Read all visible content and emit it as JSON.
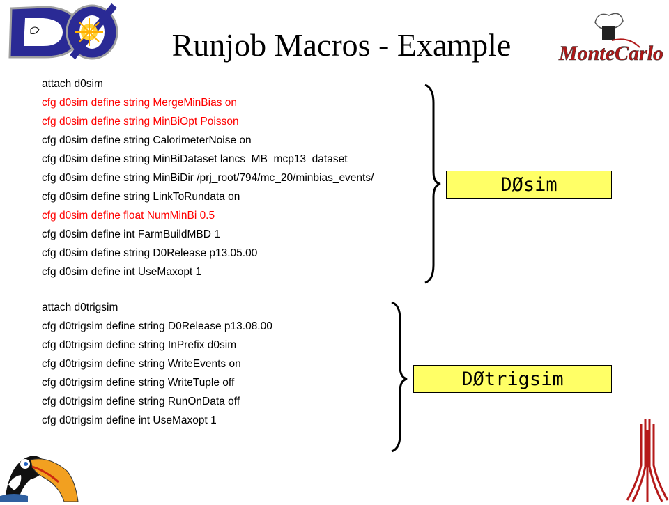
{
  "title": "Runjob Macros - Example",
  "logos": {
    "d0": "DØ",
    "monte_carlo": "MonteCarlo"
  },
  "blocks": [
    {
      "tag": "DØsim",
      "lines": [
        {
          "text": "attach d0sim",
          "red": false
        },
        {
          "text": "cfg d0sim define string MergeMinBias on",
          "red": true
        },
        {
          "text": "cfg d0sim define string MinBiOpt Poisson",
          "red": true
        },
        {
          "text": "cfg d0sim define string CalorimeterNoise on",
          "red": false
        },
        {
          "text": "cfg d0sim define string MinBiDataset lancs_MB_mcp13_dataset",
          "red": false
        },
        {
          "text": "cfg d0sim define string MinBiDir  /prj_root/794/mc_20/minbias_events/",
          "red": false
        },
        {
          "text": "cfg d0sim define string LinkToRundata on",
          "red": false
        },
        {
          "text": "cfg d0sim define float NumMinBi 0.5",
          "red": true
        },
        {
          "text": "cfg d0sim define int FarmBuildMBD 1",
          "red": false
        },
        {
          "text": "cfg d0sim define string D0Release p13.05.00",
          "red": false
        },
        {
          "text": "cfg d0sim define int UseMaxopt 1",
          "red": false
        }
      ]
    },
    {
      "tag": "DØtrigsim",
      "lines": [
        {
          "text": "attach d0trigsim",
          "red": false
        },
        {
          "text": "cfg d0trigsim define string D0Release p13.08.00",
          "red": false
        },
        {
          "text": "cfg d0trigsim define string InPrefix d0sim",
          "red": false
        },
        {
          "text": "cfg d0trigsim define string WriteEvents on",
          "red": false
        },
        {
          "text": "cfg d0trigsim define string WriteTuple off",
          "red": false
        },
        {
          "text": "cfg d0trigsim define string RunOnData off",
          "red": false
        },
        {
          "text": "cfg d0trigsim define int UseMaxopt 1",
          "red": false
        }
      ]
    }
  ],
  "colors": {
    "highlight_text": "#ff0000",
    "tag_background": "#ffff66",
    "d0_logo_blue": "#2c2c9a",
    "mc_logo_red": "#b01818"
  }
}
